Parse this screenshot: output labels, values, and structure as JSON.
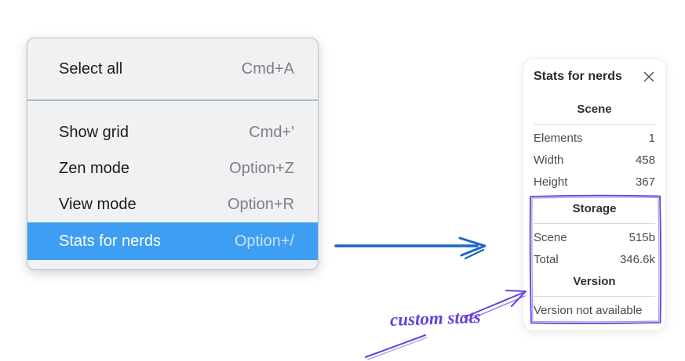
{
  "menu": {
    "items": [
      {
        "label": "Select all",
        "shortcut": "Cmd+A"
      },
      {
        "label": "Show grid",
        "shortcut": "Cmd+'"
      },
      {
        "label": "Zen mode",
        "shortcut": "Option+Z"
      },
      {
        "label": "View mode",
        "shortcut": "Option+R"
      },
      {
        "label": "Stats for nerds",
        "shortcut": "Option+/"
      }
    ],
    "selected_item": "Stats for nerds"
  },
  "stats_panel": {
    "title": "Stats for nerds",
    "close_icon": "close-x",
    "sections": {
      "scene": {
        "heading": "Scene",
        "rows": [
          {
            "label": "Elements",
            "value": "1"
          },
          {
            "label": "Width",
            "value": "458"
          },
          {
            "label": "Height",
            "value": "367"
          }
        ]
      },
      "storage": {
        "heading": "Storage",
        "rows": [
          {
            "label": "Scene",
            "value": "515b"
          },
          {
            "label": "Total",
            "value": "346.6k"
          }
        ]
      },
      "version": {
        "heading": "Version",
        "note": "Version not available"
      }
    }
  },
  "annotations": {
    "custom_stats_label": "custom stats"
  },
  "colors": {
    "selected_blue": "#3d9ef3",
    "arrow_blue": "#1a66c0",
    "annotation_purple": "#6741d9",
    "menu_bg": "#f0f1f3"
  }
}
